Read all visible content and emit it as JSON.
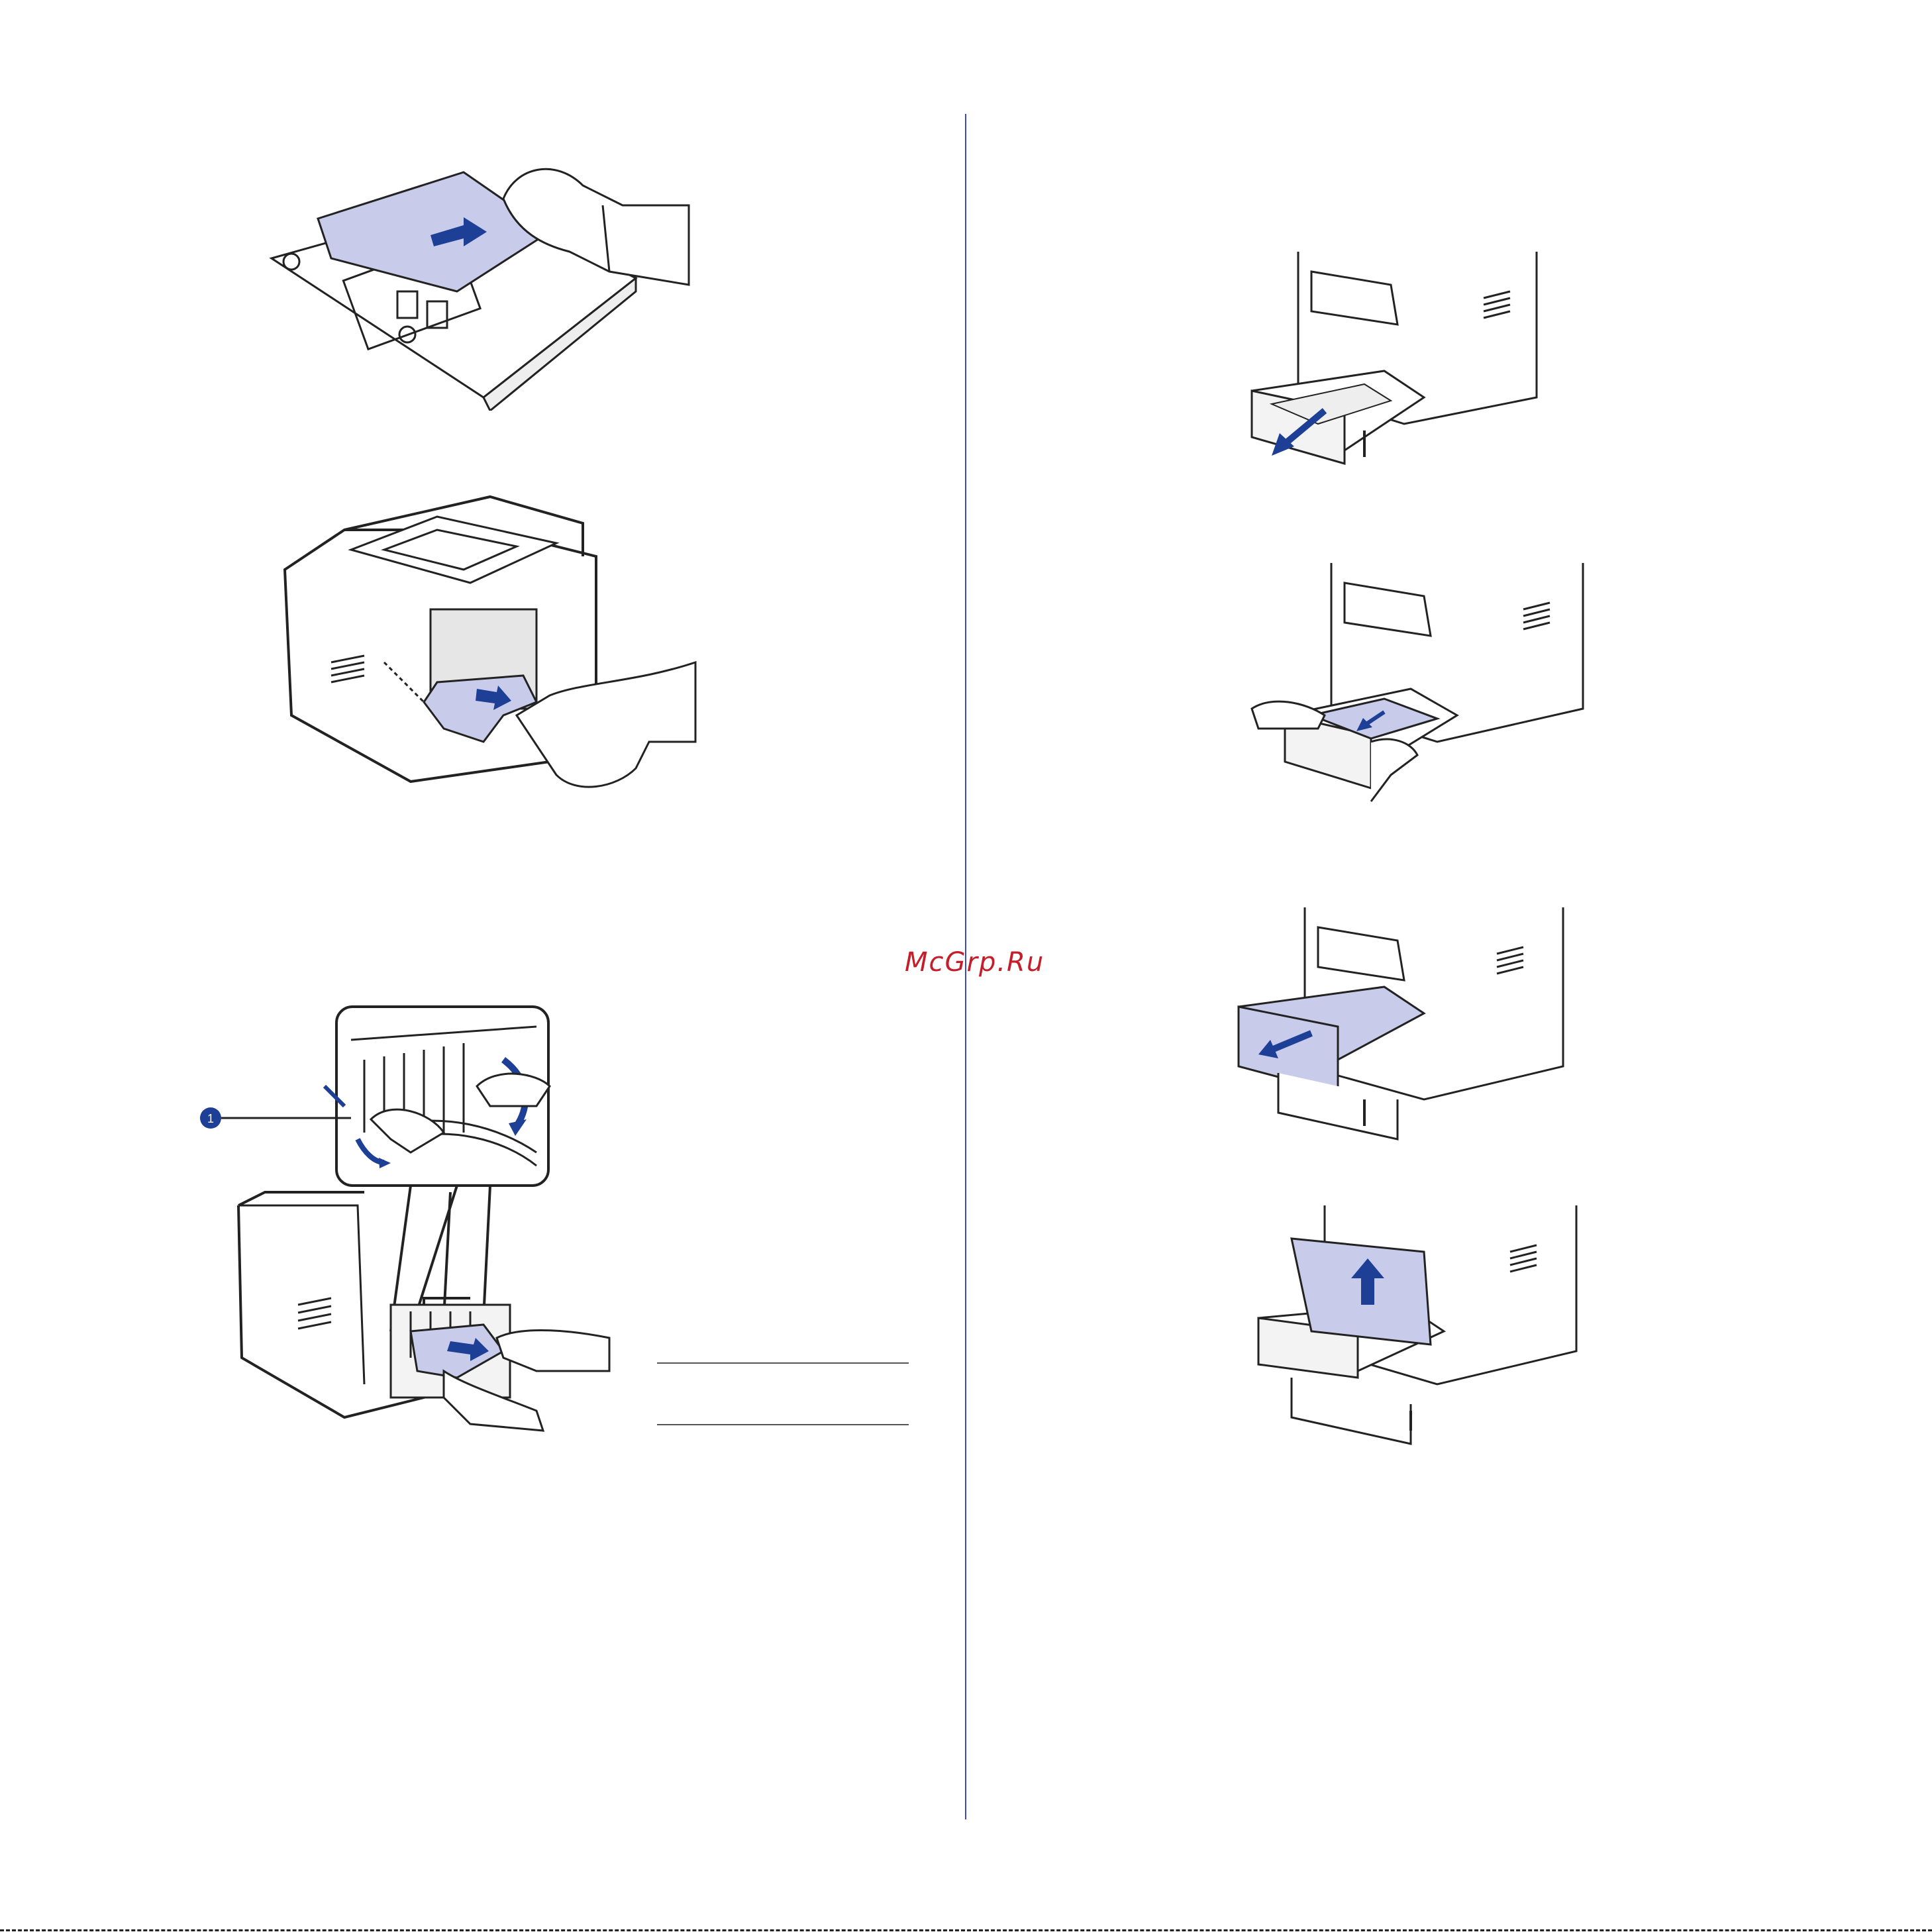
{
  "watermark": "McGrp.Ru",
  "callout": {
    "number": "1"
  },
  "colors": {
    "paper": "#c9cbeb",
    "arrow": "#1e3f96",
    "line": "#222222",
    "divider": "#3b4bb8",
    "watermark": "#c41e2a"
  },
  "illustrations": [
    {
      "id": "scanner-glass-paper-removal",
      "icon": "paper-jam-icon"
    },
    {
      "id": "rear-output-jam-removal",
      "icon": "paper-jam-icon"
    },
    {
      "id": "rear-cover-fuser-levers",
      "icon": "lever-icon"
    },
    {
      "id": "tray-pull-out",
      "icon": "tray-icon"
    },
    {
      "id": "tray-paper-removal",
      "icon": "paper-jam-icon"
    },
    {
      "id": "optional-tray-pull-out",
      "icon": "tray-icon"
    },
    {
      "id": "optional-tray-paper-up",
      "icon": "paper-jam-icon"
    }
  ]
}
